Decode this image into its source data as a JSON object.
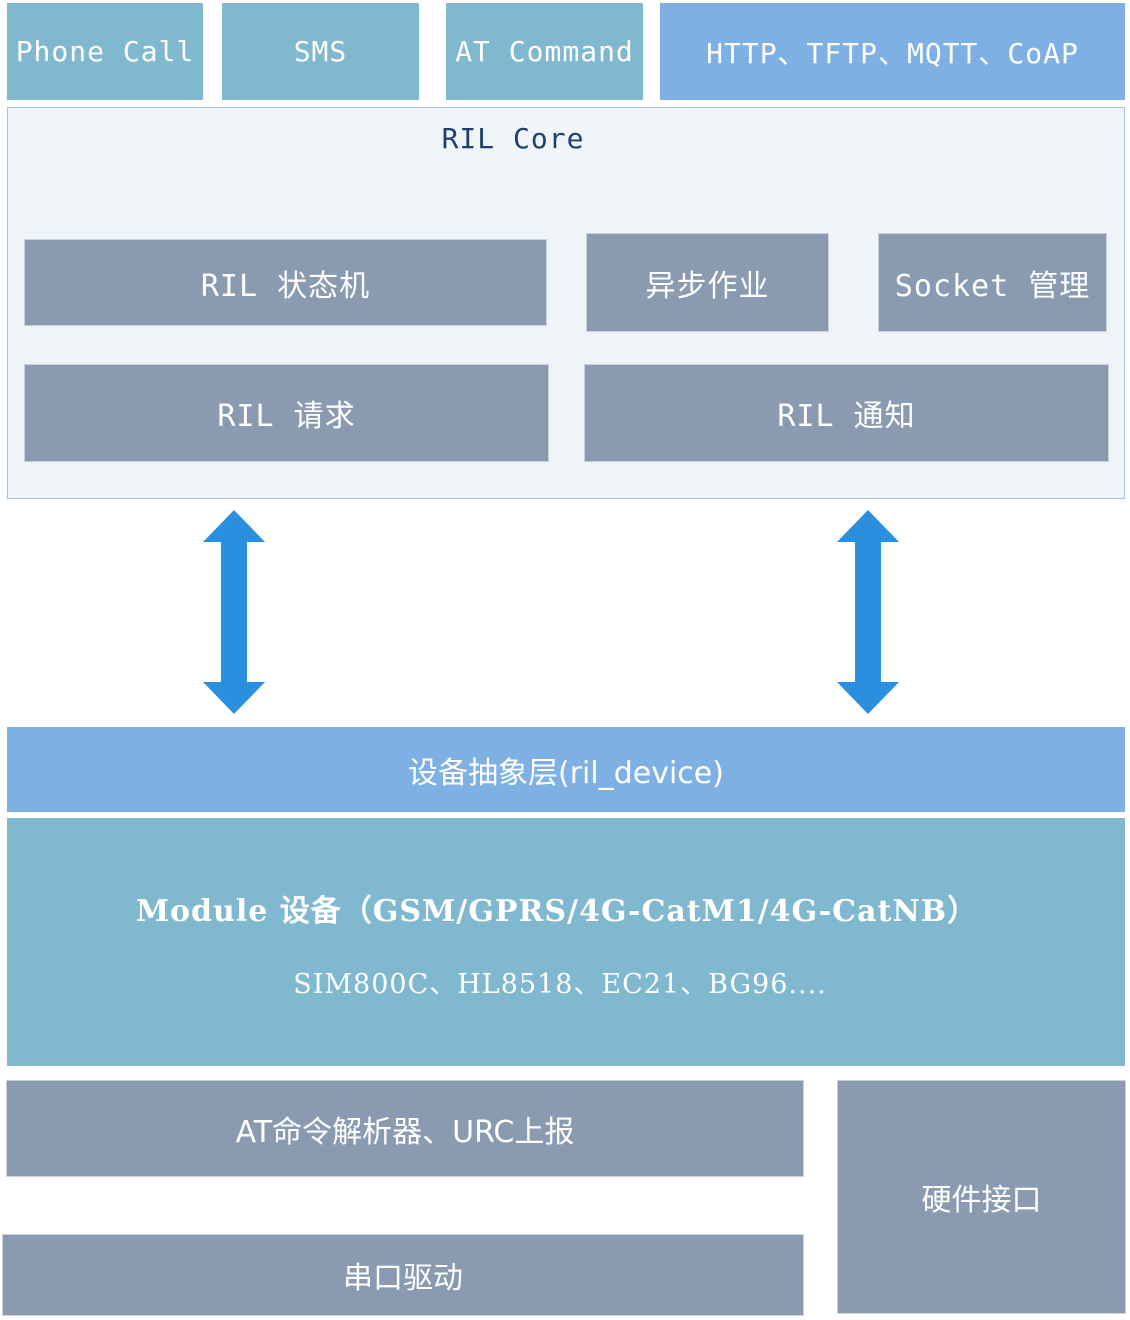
{
  "top_row": {
    "phone_call": "Phone Call",
    "sms": "SMS",
    "at_command": "AT Command",
    "protocols": "HTTP、TFTP、MQTT、CoAP"
  },
  "ril_core": {
    "title": "RIL Core",
    "state_machine": "RIL 状态机",
    "async_job": "异步作业",
    "socket_mgmt": "Socket 管理",
    "request": "RIL 请求",
    "notify": "RIL 通知"
  },
  "device_layer": {
    "label": "设备抽象层(ril_device)"
  },
  "module": {
    "title": "Module 设备（GSM/GPRS/4G-CatM1/4G-CatNB）",
    "models": "SIM800C、HL8518、EC21、BG96...."
  },
  "bottom": {
    "at_parser": "AT命令解析器、URC上报",
    "serial_driver": "串口驱动",
    "hw_interface": "硬件接口"
  },
  "colors": {
    "teal": "#80b8cf",
    "blue": "#7fb0e3",
    "gray": "#8a9bb1",
    "arrow": "#2a8fdf",
    "core_bg": "#eff4f8",
    "core_title": "#1f3f6f"
  }
}
